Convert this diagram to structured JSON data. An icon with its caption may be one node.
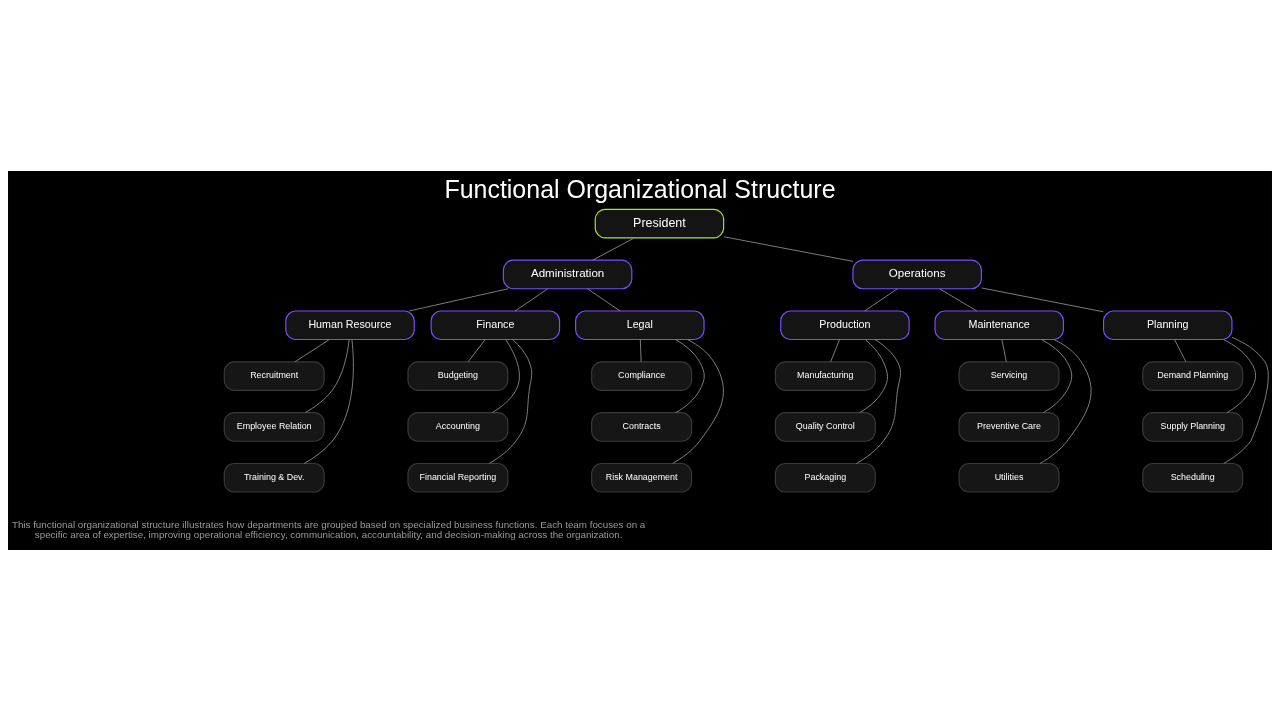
{
  "diagram": {
    "title": "Functional Organizational Structure",
    "caption": "This functional organizational structure illustrates how departments are grouped based on specialized business functions. Each team focuses on a specific area of expertise, improving operational efficiency, communication, accountability, and decision-making across the organization.",
    "nodes": [
      {
        "text": [
          "President"
        ]
      },
      {
        "text": [
          "Administration"
        ]
      },
      {
        "text": [
          "Operations"
        ]
      },
      {
        "text": [
          "Human Resource"
        ]
      },
      {
        "text": [
          "Finance"
        ]
      },
      {
        "text": [
          "Legal"
        ]
      },
      {
        "text": [
          "Production"
        ]
      },
      {
        "text": [
          "Maintenance"
        ]
      },
      {
        "text": [
          "Planning"
        ]
      },
      {
        "text": [
          "Recruitment"
        ]
      },
      {
        "text": [
          "Employee Relation"
        ]
      },
      {
        "text": [
          "Training & Dev."
        ]
      },
      {
        "text": [
          "Budgeting"
        ]
      },
      {
        "text": [
          "Accounting"
        ]
      },
      {
        "text": [
          "Financial Reporting"
        ]
      },
      {
        "text": [
          "Compliance"
        ]
      },
      {
        "text": [
          "Contracts"
        ]
      },
      {
        "text": [
          "Risk Management"
        ]
      },
      {
        "text": [
          "Manufacturing"
        ]
      },
      {
        "text": [
          "Quality Control"
        ]
      },
      {
        "text": [
          "Packaging"
        ]
      },
      {
        "text": [
          "Servicing"
        ]
      },
      {
        "text": [
          "Preventive Care"
        ]
      },
      {
        "text": [
          "Utilities"
        ]
      },
      {
        "text": [
          "Demand Planning"
        ]
      },
      {
        "text": [
          "Supply Planning"
        ]
      },
      {
        "text": [
          "Scheduling"
        ]
      }
    ],
    "edges": [
      {
        "from": 0,
        "to": 1,
        "arrow": "none"
      },
      {
        "from": 0,
        "to": 2,
        "arrow": "none"
      },
      {
        "from": 1,
        "to": 3,
        "arrow": "none"
      },
      {
        "from": 1,
        "to": 4,
        "arrow": "none"
      },
      {
        "from": 1,
        "to": 5,
        "arrow": "none"
      },
      {
        "from": 2,
        "to": 6,
        "arrow": "none"
      },
      {
        "from": 2,
        "to": 7,
        "arrow": "none"
      },
      {
        "from": 2,
        "to": 8,
        "arrow": "none"
      },
      {
        "from": 3,
        "to": 9,
        "arrow": "none"
      },
      {
        "from": 3,
        "to": 10,
        "arrow": "none"
      },
      {
        "from": 3,
        "to": 11,
        "arrow": "none"
      },
      {
        "from": 4,
        "to": 12,
        "arrow": "none"
      },
      {
        "from": 4,
        "to": 13,
        "arrow": "none"
      },
      {
        "from": 4,
        "to": 14,
        "arrow": "none"
      },
      {
        "from": 5,
        "to": 15,
        "arrow": "none"
      },
      {
        "from": 5,
        "to": 16,
        "arrow": "none"
      },
      {
        "from": 5,
        "to": 17,
        "arrow": "none"
      },
      {
        "from": 6,
        "to": 18,
        "arrow": "none"
      },
      {
        "from": 6,
        "to": 19,
        "arrow": "none"
      },
      {
        "from": 6,
        "to": 20,
        "arrow": "none"
      },
      {
        "from": 7,
        "to": 21,
        "arrow": "none"
      },
      {
        "from": 7,
        "to": 22,
        "arrow": "none"
      },
      {
        "from": 7,
        "to": 23,
        "arrow": "none"
      },
      {
        "from": 8,
        "to": 24,
        "arrow": "none"
      },
      {
        "from": 8,
        "to": 25,
        "arrow": "none"
      },
      {
        "from": 8,
        "to": 26,
        "arrow": "none"
      }
    ]
  }
}
